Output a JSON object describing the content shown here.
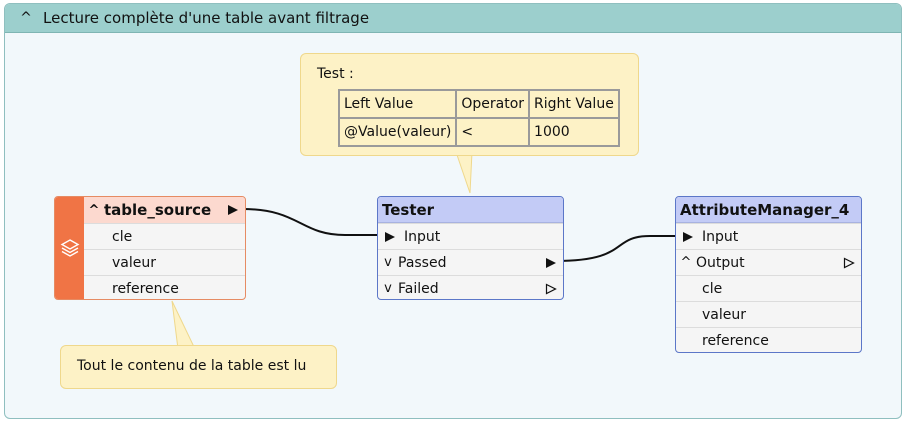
{
  "bookmark": {
    "title": "Lecture complète d'une table avant filtrage",
    "caret": "^"
  },
  "annotations": {
    "test_note": {
      "label": "Test :",
      "headers": [
        "Left Value",
        "Operator",
        "Right Value"
      ],
      "row": [
        "@Value(valeur)",
        "<",
        "1000"
      ]
    },
    "source_note": {
      "text": "Tout le contenu de la table est lu"
    }
  },
  "reader": {
    "name": "table_source",
    "caret": "^",
    "attributes": [
      "cle",
      "valeur",
      "reference"
    ],
    "side_icon": "layers-icon",
    "colors": {
      "side": "#f07445",
      "header": "#fcd9cf",
      "border": "#e68b63"
    }
  },
  "tester": {
    "name": "Tester",
    "input": "Input",
    "outputs": [
      {
        "caret": "v",
        "label": "Passed",
        "connected": true
      },
      {
        "caret": "v",
        "label": "Failed",
        "connected": false
      }
    ]
  },
  "attribute_manager": {
    "name": "AttributeManager_4",
    "input": "Input",
    "output": {
      "caret": "^",
      "label": "Output",
      "connected": false
    },
    "attributes": [
      "cle",
      "valeur",
      "reference"
    ],
    "colors": {
      "header": "#c3cbf6",
      "border": "#5c77c8"
    }
  },
  "connections": [
    {
      "from": "table_source",
      "to": "Tester.Input"
    },
    {
      "from": "Tester.Passed",
      "to": "AttributeManager_4.Input"
    }
  ]
}
